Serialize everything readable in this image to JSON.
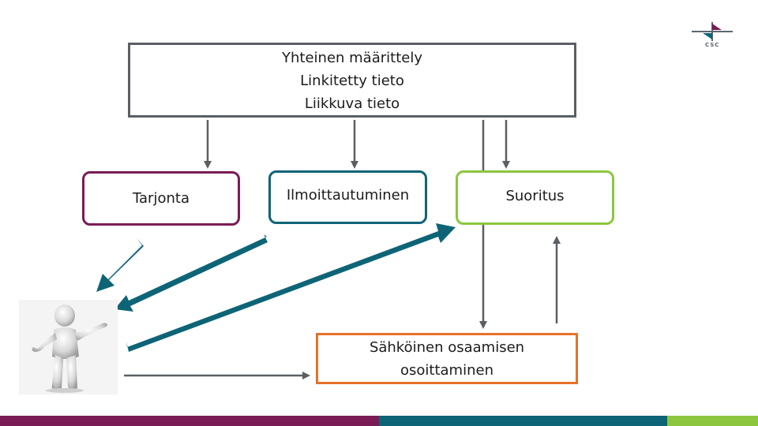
{
  "boxes": {
    "top": {
      "line1": "Yhteinen määrittely",
      "line2": "Linkitetty tieto",
      "line3": "Liikkuva tieto"
    },
    "tarjonta": "Tarjonta",
    "ilmoittautuminen": "Ilmoittautuminen",
    "suoritus": "Suoritus",
    "sahkoinen": {
      "line1": "Sähköinen osaamisen",
      "line2": "osoittaminen"
    }
  },
  "logo": {
    "text": "CSC"
  },
  "colors": {
    "gray_border": "#5b5f63",
    "tarjonta_border": "#7a1b55",
    "ilmoittautuminen_border": "#0e6477",
    "suoritus_border": "#8cc63f",
    "sahkoinen_border": "#e8712a",
    "teal_arrow": "#0e6477",
    "footer_purple": "#7a1b55",
    "footer_teal": "#0e6477",
    "footer_green": "#8cc63f"
  }
}
